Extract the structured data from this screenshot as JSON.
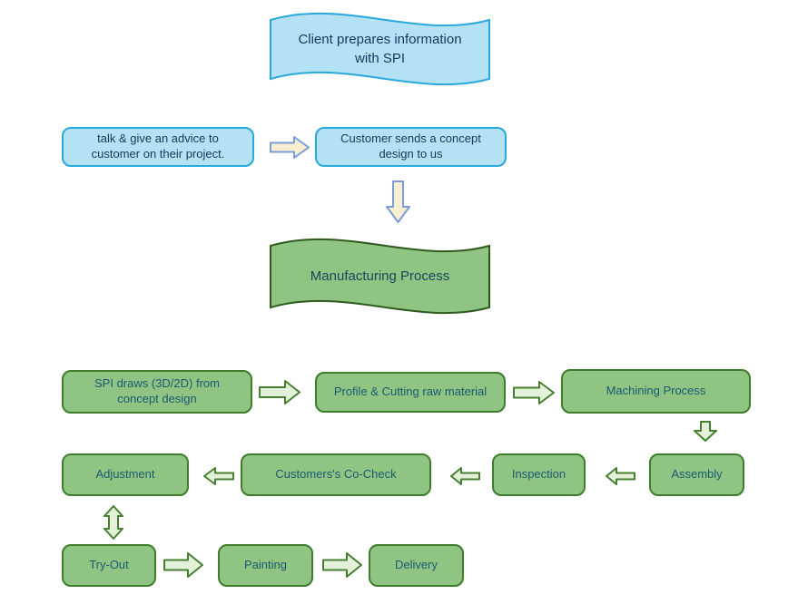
{
  "diagram_title": "Client / Manufacturing process flowchart",
  "colors": {
    "blue_fill": "#b4e2f4",
    "blue_border": "#29a8dc",
    "blue_text": "#17375d",
    "green_fill": "#8fc482",
    "green_border": "#3e7d2c",
    "green_wave_border": "#2d5a1d",
    "green_text": "#1b5a72",
    "cream_arrow_fill": "#f8efd0",
    "cream_arrow_border": "#7b9cdb",
    "green_arrow_fill": "#e3f1db",
    "green_arrow_border": "#477f31",
    "canvas_bg": "#ffffff"
  },
  "nodes": {
    "client_info": {
      "label": "Client prepares information with SPI",
      "shape": "wave",
      "theme": "blue"
    },
    "talk_advice": {
      "label": "talk & give an advice to customer on their project.",
      "shape": "rounded-rect",
      "theme": "blue"
    },
    "concept_design": {
      "label": "Customer sends a concept design to us",
      "shape": "rounded-rect",
      "theme": "blue"
    },
    "manufacturing": {
      "label": "Manufacturing Process",
      "shape": "wave",
      "theme": "green"
    },
    "spi_draws": {
      "label": "SPI draws (3D/2D) from concept design",
      "shape": "rounded-rect",
      "theme": "green"
    },
    "profile_cutting": {
      "label": "Profile & Cutting raw material",
      "shape": "rounded-rect",
      "theme": "green"
    },
    "machining": {
      "label": "Machining Process",
      "shape": "rounded-rect",
      "theme": "green"
    },
    "assembly": {
      "label": "Assembly",
      "shape": "rounded-rect",
      "theme": "green"
    },
    "inspection": {
      "label": "Inspection",
      "shape": "rounded-rect",
      "theme": "green"
    },
    "co_check": {
      "label": "Customers's Co-Check",
      "shape": "rounded-rect",
      "theme": "green"
    },
    "adjustment": {
      "label": "Adjustment",
      "shape": "rounded-rect",
      "theme": "green"
    },
    "tryout": {
      "label": "Try-Out",
      "shape": "rounded-rect",
      "theme": "green"
    },
    "painting": {
      "label": "Painting",
      "shape": "rounded-rect",
      "theme": "green"
    },
    "delivery": {
      "label": "Delivery",
      "shape": "rounded-rect",
      "theme": "green"
    }
  },
  "icons": {
    "arrow_right": "right-block-arrow",
    "arrow_left": "left-block-arrow",
    "arrow_down": "down-block-arrow",
    "arrow_double_vertical": "up-down-block-arrow"
  },
  "connectors": [
    {
      "from": "talk_advice",
      "to": "concept_design",
      "direction": "right",
      "style": "cream"
    },
    {
      "from": "concept_design",
      "to": "manufacturing",
      "direction": "down",
      "style": "cream"
    },
    {
      "from": "spi_draws",
      "to": "profile_cutting",
      "direction": "right",
      "style": "green"
    },
    {
      "from": "profile_cutting",
      "to": "machining",
      "direction": "right",
      "style": "green"
    },
    {
      "from": "machining",
      "to": "assembly",
      "direction": "down",
      "style": "green"
    },
    {
      "from": "assembly",
      "to": "inspection",
      "direction": "left",
      "style": "green"
    },
    {
      "from": "inspection",
      "to": "co_check",
      "direction": "left",
      "style": "green"
    },
    {
      "from": "co_check",
      "to": "adjustment",
      "direction": "left",
      "style": "green"
    },
    {
      "from": "adjustment",
      "to": "tryout",
      "direction": "both-vertical",
      "style": "green"
    },
    {
      "from": "tryout",
      "to": "painting",
      "direction": "right",
      "style": "green"
    },
    {
      "from": "painting",
      "to": "delivery",
      "direction": "right",
      "style": "green"
    }
  ]
}
